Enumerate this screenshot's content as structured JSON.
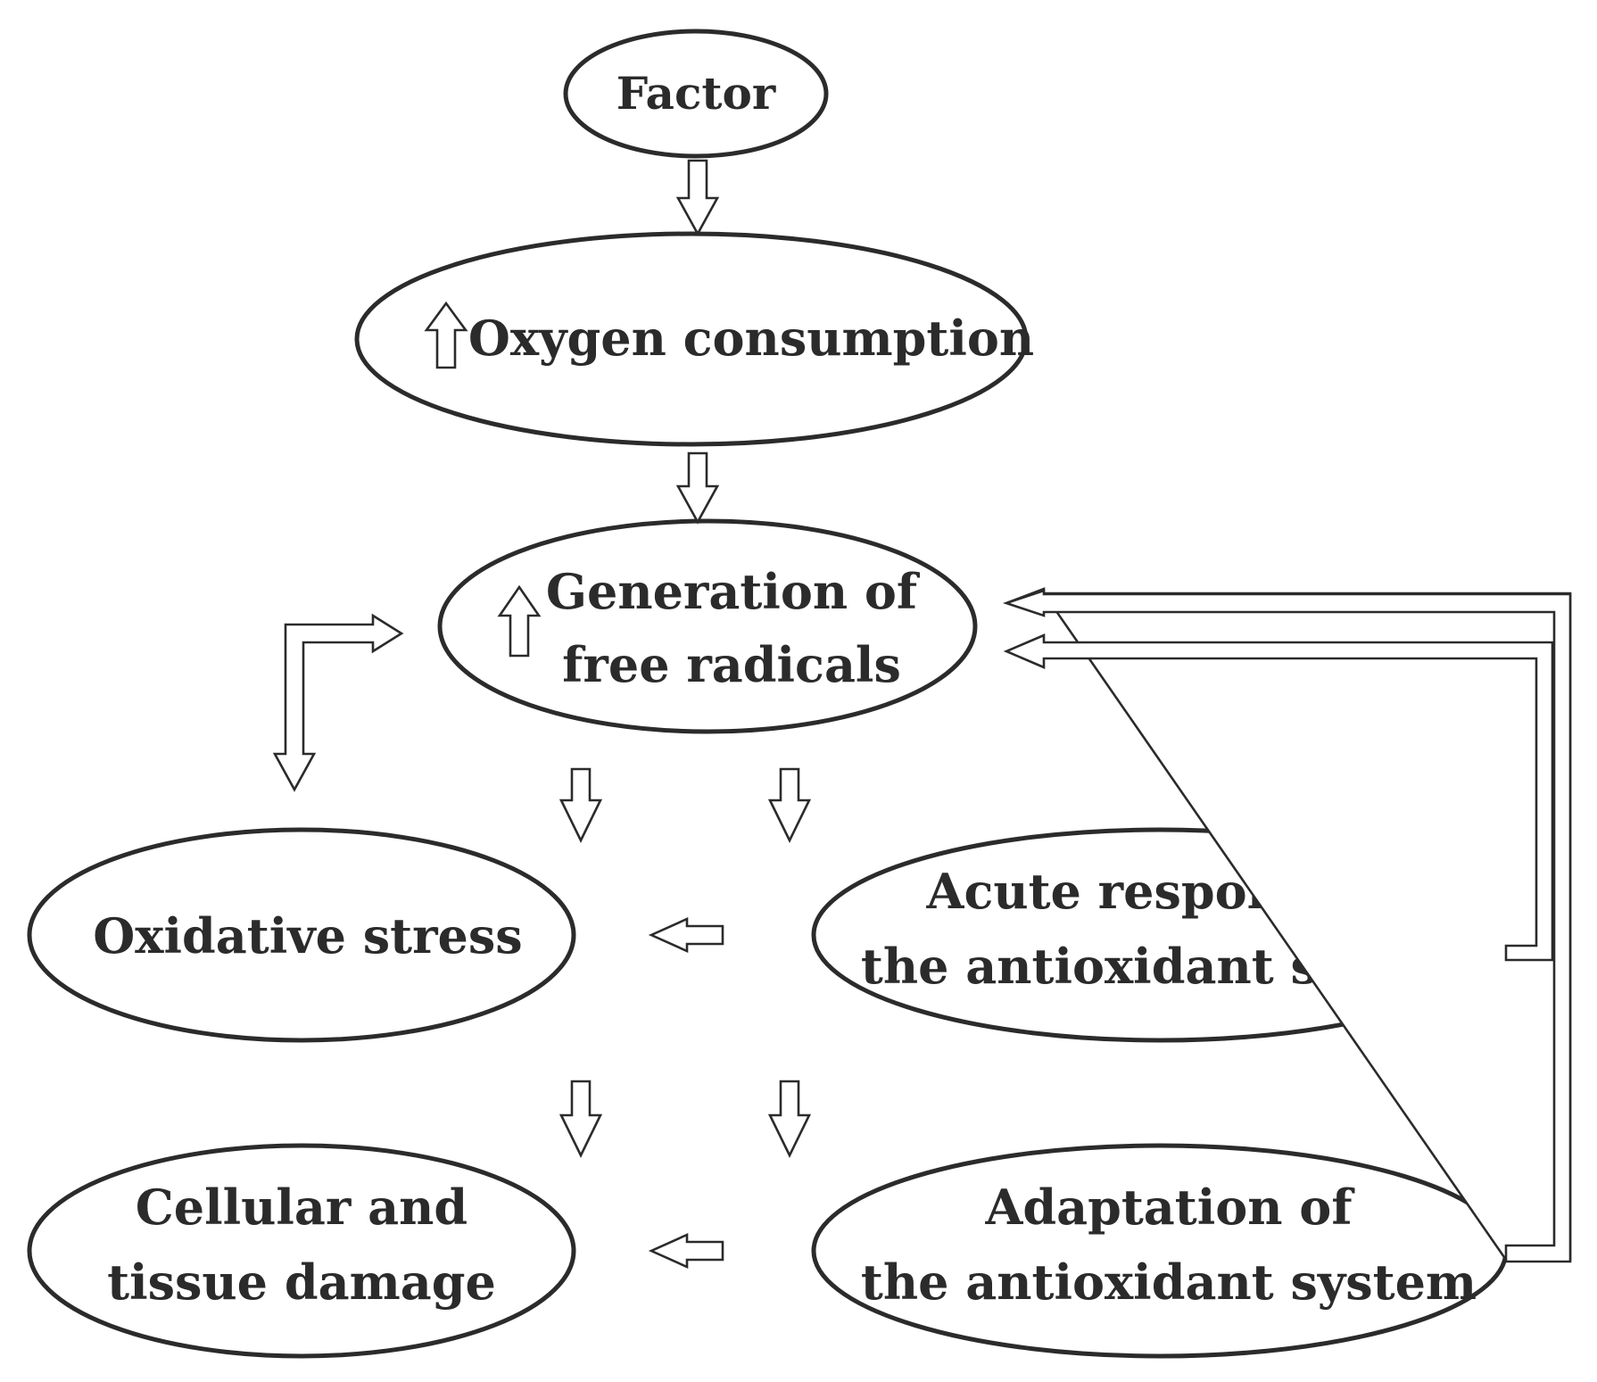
{
  "nodes": {
    "factor": {
      "lines": [
        "Factor"
      ]
    },
    "oxygen": {
      "lines": [
        "Oxygen consumption"
      ],
      "indicator": "increase-arrow-icon"
    },
    "radicals": {
      "lines": [
        "Generation of",
        "free radicals"
      ],
      "indicator": "increase-arrow-icon"
    },
    "oxidative": {
      "lines": [
        "Oxidative stress"
      ]
    },
    "acute": {
      "lines": [
        "Acute response to",
        "the antioxidant system"
      ]
    },
    "damage": {
      "lines": [
        "Cellular and",
        "tissue damage"
      ]
    },
    "adaptation": {
      "lines": [
        "Adaptation of",
        "the antioxidant system"
      ]
    }
  },
  "colors": {
    "stroke": "#2b2b2b",
    "fill": "#ffffff"
  }
}
